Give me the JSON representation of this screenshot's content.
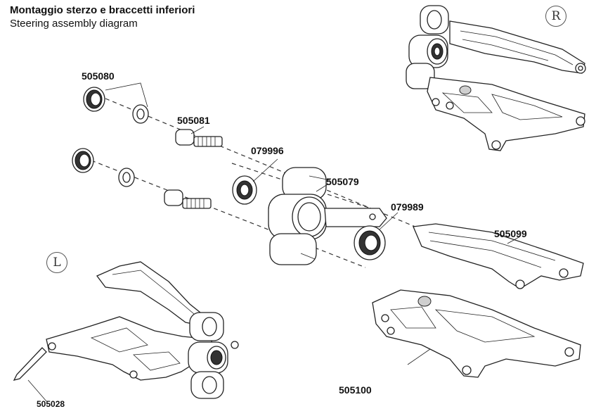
{
  "header": {
    "title": "Montaggio sterzo e braccetti inferiori",
    "subtitle": "Steering assembly diagram"
  },
  "side_markers": {
    "right": "R",
    "left": "L"
  },
  "part_numbers": {
    "p505080": "505080",
    "p505081": "505081",
    "p079996": "079996",
    "p505079": "505079",
    "p079989": "079989",
    "p505099": "505099",
    "p505100": "505100",
    "p505028": "505028"
  }
}
